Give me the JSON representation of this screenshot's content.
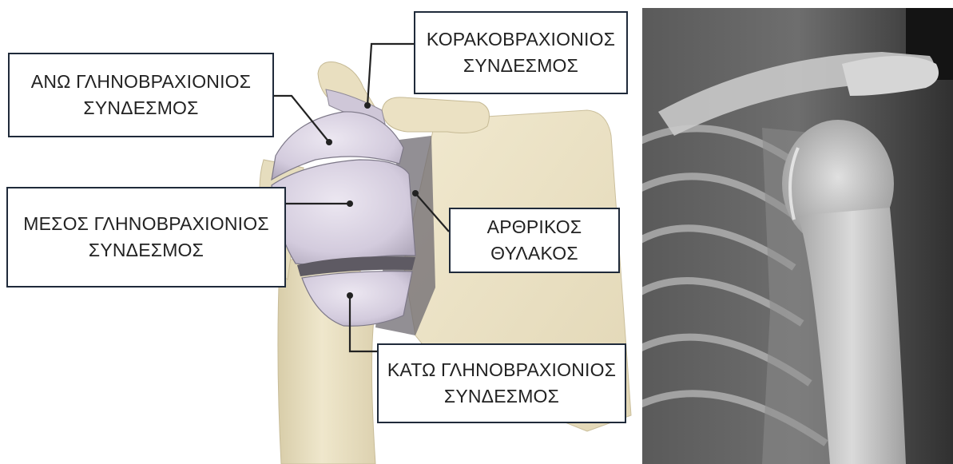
{
  "labels": {
    "coracohumeral": {
      "line1": "ΚΟΡΑΚΟΒΡΑΧΙΟΝΙΟΣ",
      "line2": "ΣΥΝΔΕΣΜΟΣ"
    },
    "superior_glenohumeral": {
      "line1": "ΑΝΩ ΓΛΗΝΟΒΡΑΧΙΟΝΙΟΣ",
      "line2": "ΣΥΝΔΕΣΜΟΣ"
    },
    "middle_glenohumeral": {
      "line1": "ΜΕΣΟΣ ΓΛΗΝΟΒΡΑΧΙΟΝΙΟΣ",
      "line2": "ΣΥΝΔΕΣΜΟΣ"
    },
    "joint_capsule": {
      "line1": "ΑΡΘΡΙΚΟΣ",
      "line2": "ΘΥΛΑΚΟΣ"
    },
    "inferior_glenohumeral": {
      "line1": "ΚΑΤΩ ΓΛΗΝΟΒΡΑΧΙΟΝΙΟΣ",
      "line2": "ΣΥΝΔΕΣΜΟΣ"
    }
  },
  "colors": {
    "bone": "#ece3c6",
    "bone_shade": "#cfc3a0",
    "capsule": "#d9d2e3",
    "capsule_shade": "#8f8a98",
    "box_border": "#1f2a3a",
    "leader_line": "#222222",
    "xray_dark": "#1a1a1a",
    "xray_bone": "#d8d8d8"
  }
}
